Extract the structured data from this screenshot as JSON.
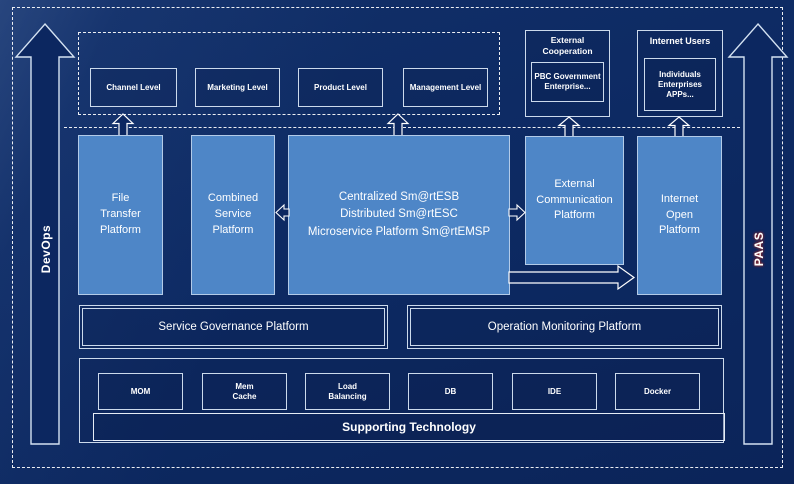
{
  "diagram": {
    "left_arrow_label": "DevOps",
    "right_arrow_label": "PAAS",
    "top_levels": [
      "Channel Level",
      "Marketing Level",
      "Product Level",
      "Management Level"
    ],
    "external_cooperation": {
      "title": "External\nCooperation",
      "inner": "PBC Government\nEnterprise..."
    },
    "internet_users": {
      "title": "Internet Users",
      "inner": "Individuals\nEnterprises\nAPPs..."
    },
    "platforms": {
      "file_transfer": "File\nTransfer\nPlatform",
      "combined_service": "Combined\nService\nPlatform",
      "esb": "Centralized Sm@rtESB\nDistributed Sm@rtESC\nMicroservice Platform Sm@rtEMSP",
      "external_communication": "External\nCommunication\nPlatform",
      "internet_open": "Internet\nOpen\nPlatform"
    },
    "governance": "Service Governance Platform",
    "monitoring": "Operation Monitoring Platform",
    "technologies": [
      "MOM",
      "Mem\nCache",
      "Load\nBalancing",
      "DB",
      "IDE",
      "Docker"
    ],
    "supporting": "Supporting Technology",
    "colors": {
      "background": "#0c2760",
      "platform_fill": "#4e86c7",
      "light_border": "#ccdaec",
      "paas_text_glow": "#9c2a2a"
    }
  }
}
